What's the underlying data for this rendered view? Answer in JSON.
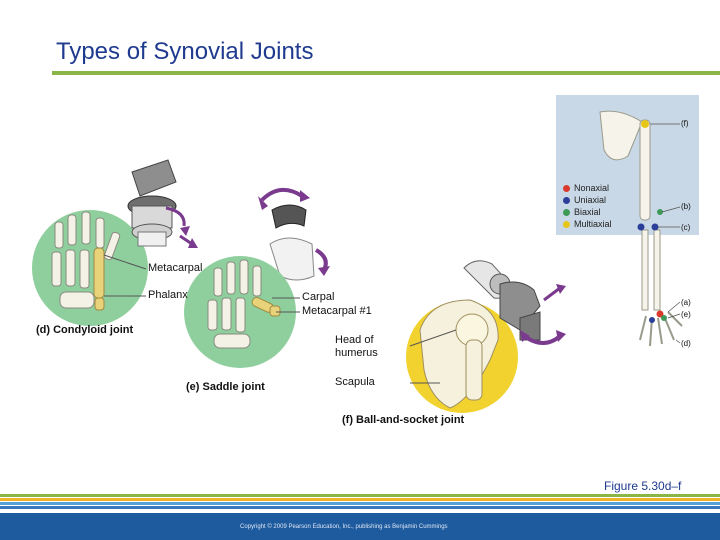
{
  "slide": {
    "title": "Types of Synovial Joints",
    "figure_ref": "Figure 5.30d–f",
    "copyright": "Copyright © 2009 Pearson Education, Inc., publishing as Benjamin Cummings"
  },
  "condyloid": {
    "label_metacarpal": "Metacarpal",
    "label_phalanx": "Phalanx",
    "caption": "(d) Condyloid joint"
  },
  "saddle": {
    "label_carpal": "Carpal",
    "label_metacarpal1": "Metacarpal #1",
    "caption": "(e) Saddle joint"
  },
  "ball_socket": {
    "label_head": "Head of",
    "label_humerus": "humerus",
    "label_scapula": "Scapula",
    "caption": "(f) Ball-and-socket joint"
  },
  "legend": {
    "items": [
      {
        "label": "Nonaxial",
        "color": "#d93a2b"
      },
      {
        "label": "Uniaxial",
        "color": "#2b3f9a"
      },
      {
        "label": "Biaxial",
        "color": "#3d9a57"
      },
      {
        "label": "Multiaxial",
        "color": "#e6c619"
      }
    ]
  },
  "skeleton_refs": {
    "f": "(f)",
    "b": "(b)",
    "c": "(c)",
    "a": "(a)",
    "e": "(e)",
    "d": "(d)"
  },
  "colors": {
    "title": "#1f3b8f",
    "rule": "#8ab547",
    "footer": "#1e5a9e",
    "arrow": "#7a3a8e",
    "green_circle": "#8fcf9d",
    "yellow_circle": "#f2d22e",
    "panel": "#c9d8e6"
  }
}
